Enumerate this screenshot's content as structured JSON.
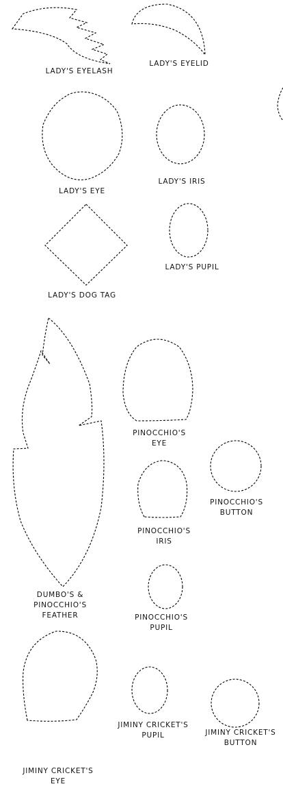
{
  "stroke_color": "#000000",
  "background_color": "#ffffff",
  "labels": {
    "ladys_eyelash": "LADY'S EYELASH",
    "ladys_eyelid": "LADY'S EYELID",
    "ladys_eye": "LADY'S EYE",
    "ladys_iris": "LADY'S IRIS",
    "ladys_pupil": "LADY'S PUPIL",
    "ladys_dog_tag": "LADY'S DOG TAG",
    "pinocchios_eye_1": "PINOCCHIO'S",
    "pinocchios_eye_2": "EYE",
    "pinocchios_button_1": "PINOCCHIO'S",
    "pinocchios_button_2": "BUTTON",
    "pinocchios_iris_1": "PINOCCHIO'S",
    "pinocchios_iris_2": "IRIS",
    "feather_1": "DUMBO'S &",
    "feather_2": "PINOCCHIO'S",
    "feather_3": "FEATHER",
    "pinocchios_pupil_1": "PINOCCHIO'S",
    "pinocchios_pupil_2": "PUPIL",
    "jiminy_pupil_1": "JIMINY CRICKET'S",
    "jiminy_pupil_2": "PUPIL",
    "jiminy_button_1": "JIMINY CRICKET'S",
    "jiminy_button_2": "BUTTON",
    "jiminy_eye_1": "JIMINY CRICKET'S",
    "jiminy_eye_2": "EYE"
  }
}
